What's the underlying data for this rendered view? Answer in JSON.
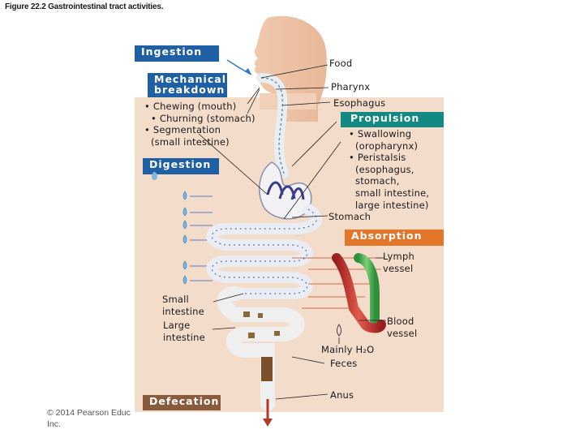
{
  "figure": {
    "title": "Figure 22.2 Gastrointestinal tract activities.",
    "copyright_line1": "© 2014 Pearson Educ",
    "copyright_line2": "Inc."
  },
  "processes": {
    "ingestion": "Ingestion",
    "mechanical_line1": "Mechanical",
    "mechanical_line2": "breakdown",
    "mechanical_items": [
      "• Chewing (mouth)",
      "• Churning (stomach)",
      "• Segmentation",
      "(small intestine)"
    ],
    "digestion": "Digestion",
    "propulsion": "Propulsion",
    "propulsion_items": [
      "• Swallowing",
      "(oropharynx)",
      "• Peristalsis",
      "(esophagus,",
      "stomach,",
      "small intestine,",
      "large intestine)"
    ],
    "absorption": "Absorption",
    "defecation": "Defecation"
  },
  "labels": {
    "food": "Food",
    "pharynx": "Pharynx",
    "esophagus": "Esophagus",
    "stomach": "Stomach",
    "lymph_line1": "Lymph",
    "lymph_line2": "vessel",
    "small_line1": "Small",
    "small_line2": "intestine",
    "large_line1": "Large",
    "large_line2": "intestine",
    "blood_line1": "Blood",
    "blood_line2": "vessel",
    "mainly_h2o": "Mainly H₂O",
    "feces": "Feces",
    "anus": "Anus"
  },
  "colors": {
    "ingestion": "#1f5fa4",
    "mechanical": "#1f5fa4",
    "digestion": "#1f5fa4",
    "propulsion": "#128a83",
    "absorption": "#e47629",
    "defecation": "#8a5a3c",
    "panel": "#f4dccb",
    "lymph": "#3fae4a",
    "blood": "#c7312f"
  }
}
